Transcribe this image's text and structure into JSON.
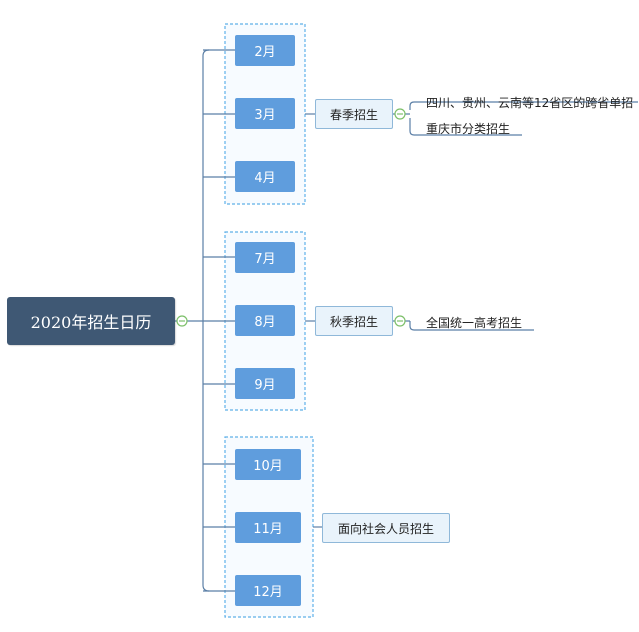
{
  "root": {
    "label": "2020年招生日历"
  },
  "groups": [
    {
      "months": [
        "2月",
        "3月",
        "4月"
      ],
      "season": "春季招生",
      "details": [
        "四川、贵州、云南等12省区的跨省单招",
        "重庆市分类招生"
      ]
    },
    {
      "months": [
        "7月",
        "8月",
        "9月"
      ],
      "season": "秋季招生",
      "details": [
        "全国统一高考招生"
      ]
    },
    {
      "months": [
        "10月",
        "11月",
        "12月"
      ],
      "season": "面向社会人员招生",
      "details": []
    }
  ],
  "colors": {
    "root_bg": "#3f5874",
    "month_bg": "#5f9ddd",
    "season_bg": "#e9f3fb",
    "line": "#5b7fa6",
    "boundary": "#5fb0e8",
    "collapse_marker": "#7dc06a"
  }
}
